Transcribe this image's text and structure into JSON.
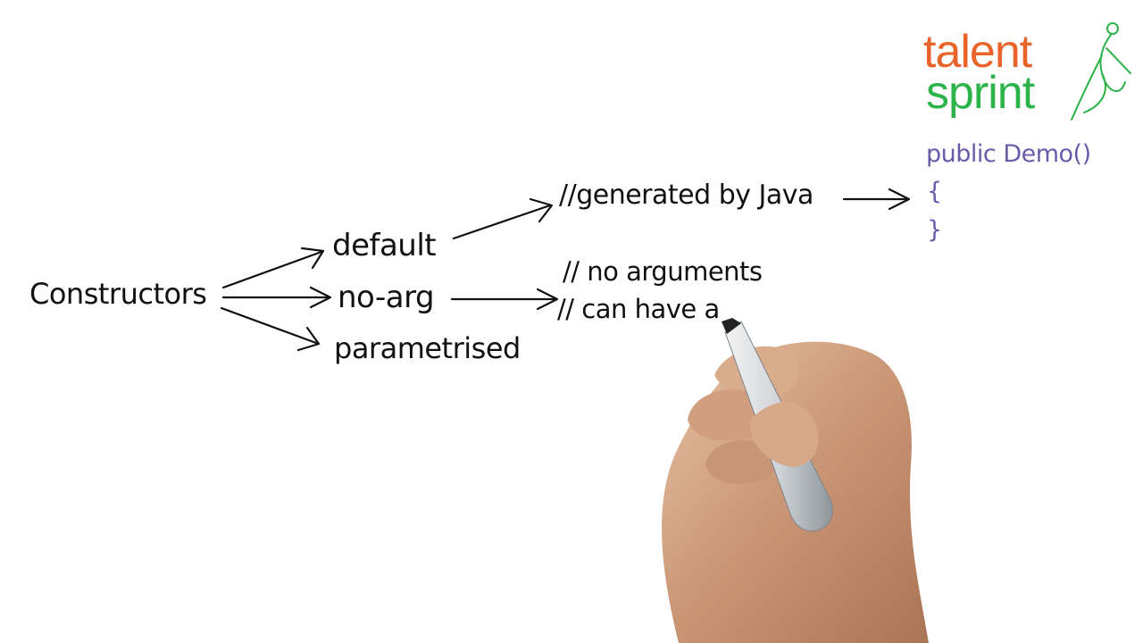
{
  "diagram": {
    "root": "Constructors",
    "branches": [
      "default",
      "no-arg",
      "parametrised"
    ],
    "default_note": "//generated by Java",
    "noarg_notes": [
      "// no arguments",
      "// can have a"
    ]
  },
  "code_sample": {
    "signature": "public Demo()",
    "open_brace": "{",
    "close_brace": "}"
  },
  "logo": {
    "word1": "talent",
    "word2": "sprint",
    "color_word1": "#e8642a",
    "color_word2": "#2db34a"
  },
  "colors": {
    "ink": "#111111",
    "code": "#6a5aa8"
  }
}
